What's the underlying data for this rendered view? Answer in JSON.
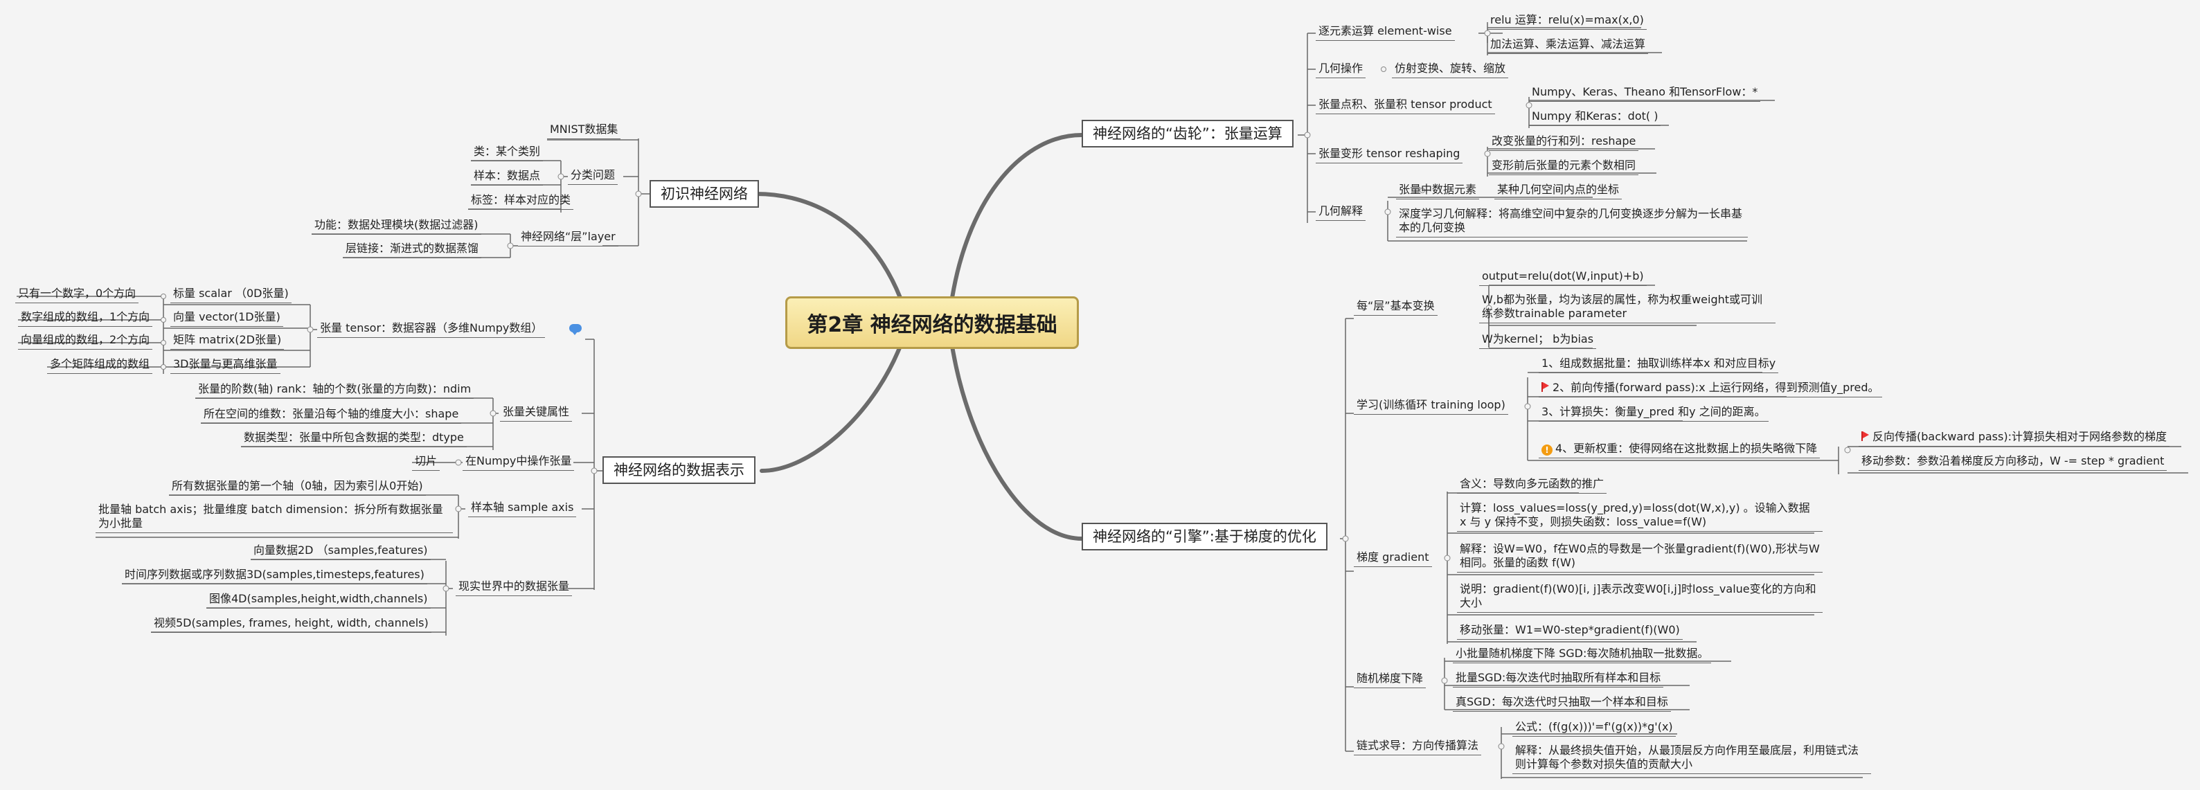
{
  "root": {
    "title": "第2章 神经网络的数据基础"
  },
  "left": {
    "intro": {
      "label": "初识神经网络",
      "mnist": "MNIST数据集",
      "classification": {
        "label": "分类问题",
        "class": "类：某个类别",
        "sample": "样本：数据点",
        "tag": "标签：样本对应的类"
      },
      "layer": {
        "label": "神经网络“层”layer",
        "func": "功能：数据处理模块(数据过滤器)",
        "chain": "层链接：渐进式的数据蒸馏"
      }
    },
    "repr": {
      "label": "神经网络的数据表示",
      "tensor": {
        "label": "张量 tensor：数据容器（多维Numpy数组）",
        "scalar": {
          "label": "标量 scalar （0D张量)",
          "desc": "只有一个数字，0个方向"
        },
        "vector": {
          "label": "向量 vector(1D张量)",
          "desc": "数字组成的数组，1个方向"
        },
        "matrix": {
          "label": "矩阵 matrix(2D张量)",
          "desc": "向量组成的数组，2个方向"
        },
        "t3d": {
          "desc": "多个矩阵组成的数组",
          "label": "3D张量与更高维张量"
        }
      },
      "attrs": {
        "label": "张量关键属性",
        "ndim": "张量的阶数(轴) rank：轴的个数(张量的方向数)：ndim",
        "shape": "所在空间的维数：张量沿每个轴的维度大小：shape",
        "dtype": "数据类型：张量中所包含数据的类型：dtype"
      },
      "slice": {
        "label": "在Numpy中操作张量",
        "desc": "切片"
      },
      "axis": {
        "label": "样本轴 sample axis",
        "first": "所有数据张量的第一个轴（0轴，因为索引从0开始)",
        "batch": "批量轴 batch axis；批量维度 batch dimension：拆分所有数据张量为小批量"
      },
      "real": {
        "label": "现实世界中的数据张量",
        "vec": "向量数据2D （samples,features)",
        "ts": "时间序列数据或序列数据3D(samples,timesteps,features)",
        "img": "图像4D(samples,height,width,channels)",
        "video": "视频5D(samples, frames, height, width, channels)"
      }
    }
  },
  "right": {
    "gear": {
      "label": "神经网络的“齿轮”：张量运算",
      "elementwise": {
        "label": "逐元素运算 element-wise",
        "relu": "relu 运算：relu(x)=max(x,0)",
        "add": "加法运算、乘法运算、减法运算"
      },
      "geom_op": {
        "label": "几何操作",
        "desc": "仿射变换、旋转、缩放"
      },
      "dot": {
        "label": "张量点积、张量积 tensor product",
        "np": "Numpy、Keras、Theano 和TensorFlow：*",
        "keras": "Numpy 和Keras：dot( )"
      },
      "reshape": {
        "label": "张量变形 tensor reshaping",
        "rc": "改变张量的行和列：reshape",
        "same": "变形前后张量的元素个数相同"
      },
      "geom_exp": {
        "label": "几何解释",
        "elem": "张量中数据元素",
        "elem_desc": "某种几何空间内点的坐标",
        "dl": "深度学习几何解释：将高维空间中复杂的几何变换逐步分解为一长串基本的几何变换"
      }
    },
    "engine": {
      "label": "神经网络的“引擎”:基于梯度的优化",
      "layer_calc": {
        "label": "每“层”基本变换",
        "out": "output=relu(dot(W,input)+b)",
        "wb": "W,b都为张量，均为该层的属性，称为权重weight或可训练参数trainable parameter",
        "kb": "W为kernel； b为bias"
      },
      "train": {
        "label": "学习(训练循环 training loop)",
        "s1": "1、组成数据批量：抽取训练样本x 和对应目标y",
        "s2": "2、前向传播(forward pass):x 上运行网络，得到预测值y_pred。",
        "s3": "3、计算损失：衡量y_pred 和y 之间的距离。",
        "s4": "4、更新权重：使得网络在这批数据上的损失略微下降",
        "back": "反向传播(backward pass):计算损失相对于网络参数的梯度",
        "move": "移动参数：参数沿着梯度反方向移动，W -= step * gradient"
      },
      "grad": {
        "label": "梯度 gradient",
        "def": "含义：导数向多元函数的推广",
        "calc": "计算：loss_values=loss(y_pred,y)=loss(dot(W,x),y) 。设输入数据 x 与 y 保持不变，则损失函数：loss_value=f(W)",
        "explain": "解释：设W=W0，f在W0点的导数是一个张量gradient(f)(W0),形状与W相同。张量的函数 f(W)",
        "note": "说明：gradient(f)(W0)[i, j]表示改变W0[i,j]时loss_value变化的方向和大小",
        "move": "移动张量：W1=W0-step*gradient(f)(W0)"
      },
      "sgd": {
        "label": "随机梯度下降",
        "mini": "小批量随机梯度下降 SGD:每次随机抽取一批数据。",
        "batch": "批量SGD:每次迭代时抽取所有样本和目标",
        "true": "真SGD：每次迭代时只抽取一个样本和目标"
      },
      "chain": {
        "label": "链式求导：方向传播算法",
        "formula": "公式：(f(g(x)))'=f'(g(x))*g'(x)",
        "explain": "解释：从最终损失值开始，从最顶层反方向作用至最底层，利用链式法则计算每个参数对损失值的贡献大小"
      }
    }
  },
  "colors": {
    "root_fill": "#f0d786",
    "root_border": "#b59b48",
    "line": "#666666",
    "thick": "#6b6b6b"
  }
}
